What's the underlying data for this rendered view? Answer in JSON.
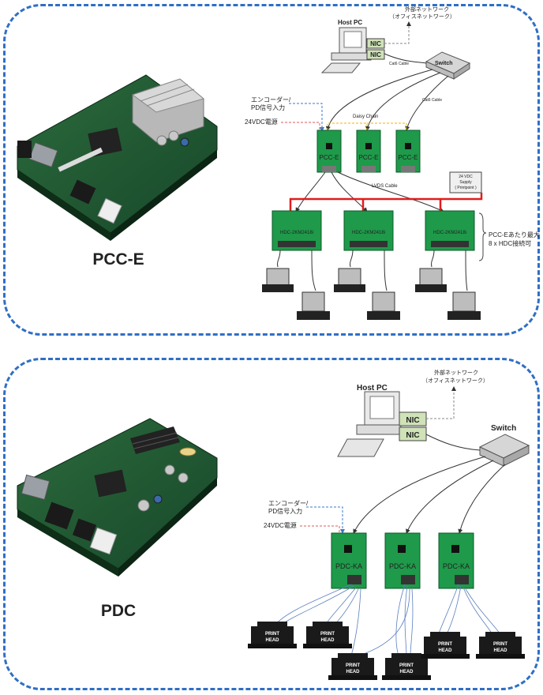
{
  "top": {
    "product_label": "PCC-E",
    "host_pc": "Host PC",
    "external_network": "外部ネットワーク",
    "office_network": "（オフィスネットワーク）",
    "nic": "NIC",
    "switch": "Switch",
    "cat6_cable_1": "Cat6 Cable",
    "cat6_cable_2": "Cat6 Cable",
    "encoder_line1": "エンコーダー/",
    "encoder_line2": "PD信号入力",
    "power_24v": "24VDC電源",
    "daisy_chain": "Daisy Chain",
    "board_label": "PCC-E",
    "lvds_cable": "LVDS Cable",
    "supply_line1": "24 VDC",
    "supply_line2": "Supply",
    "supply_line3": "( Printpoint )",
    "hdc_label": "HDC-2KM2418i",
    "note_line1": "PCC-Eあたり最大",
    "note_line2": "8 x HDC接続可"
  },
  "bottom": {
    "product_label": "PDC",
    "host_pc": "Host PC",
    "external_network": "外部ネットワーク",
    "office_network": "（オフィスネットワーク）",
    "nic": "NIC",
    "switch": "Switch",
    "encoder_line1": "エンコーダー/",
    "encoder_line2": "PD信号入力",
    "power_24v": "24VDC電源",
    "board_label": "PDC-KA",
    "print": "PRINT",
    "head": "HEAD"
  },
  "colors": {
    "panel_border": "#2f6fc4",
    "board_green": "#1e9a4a",
    "power_red": "#e21c1c",
    "daisy_yellow": "#f0b400",
    "callout_blue": "#3a78c8",
    "callout_red": "#e05a5a"
  }
}
